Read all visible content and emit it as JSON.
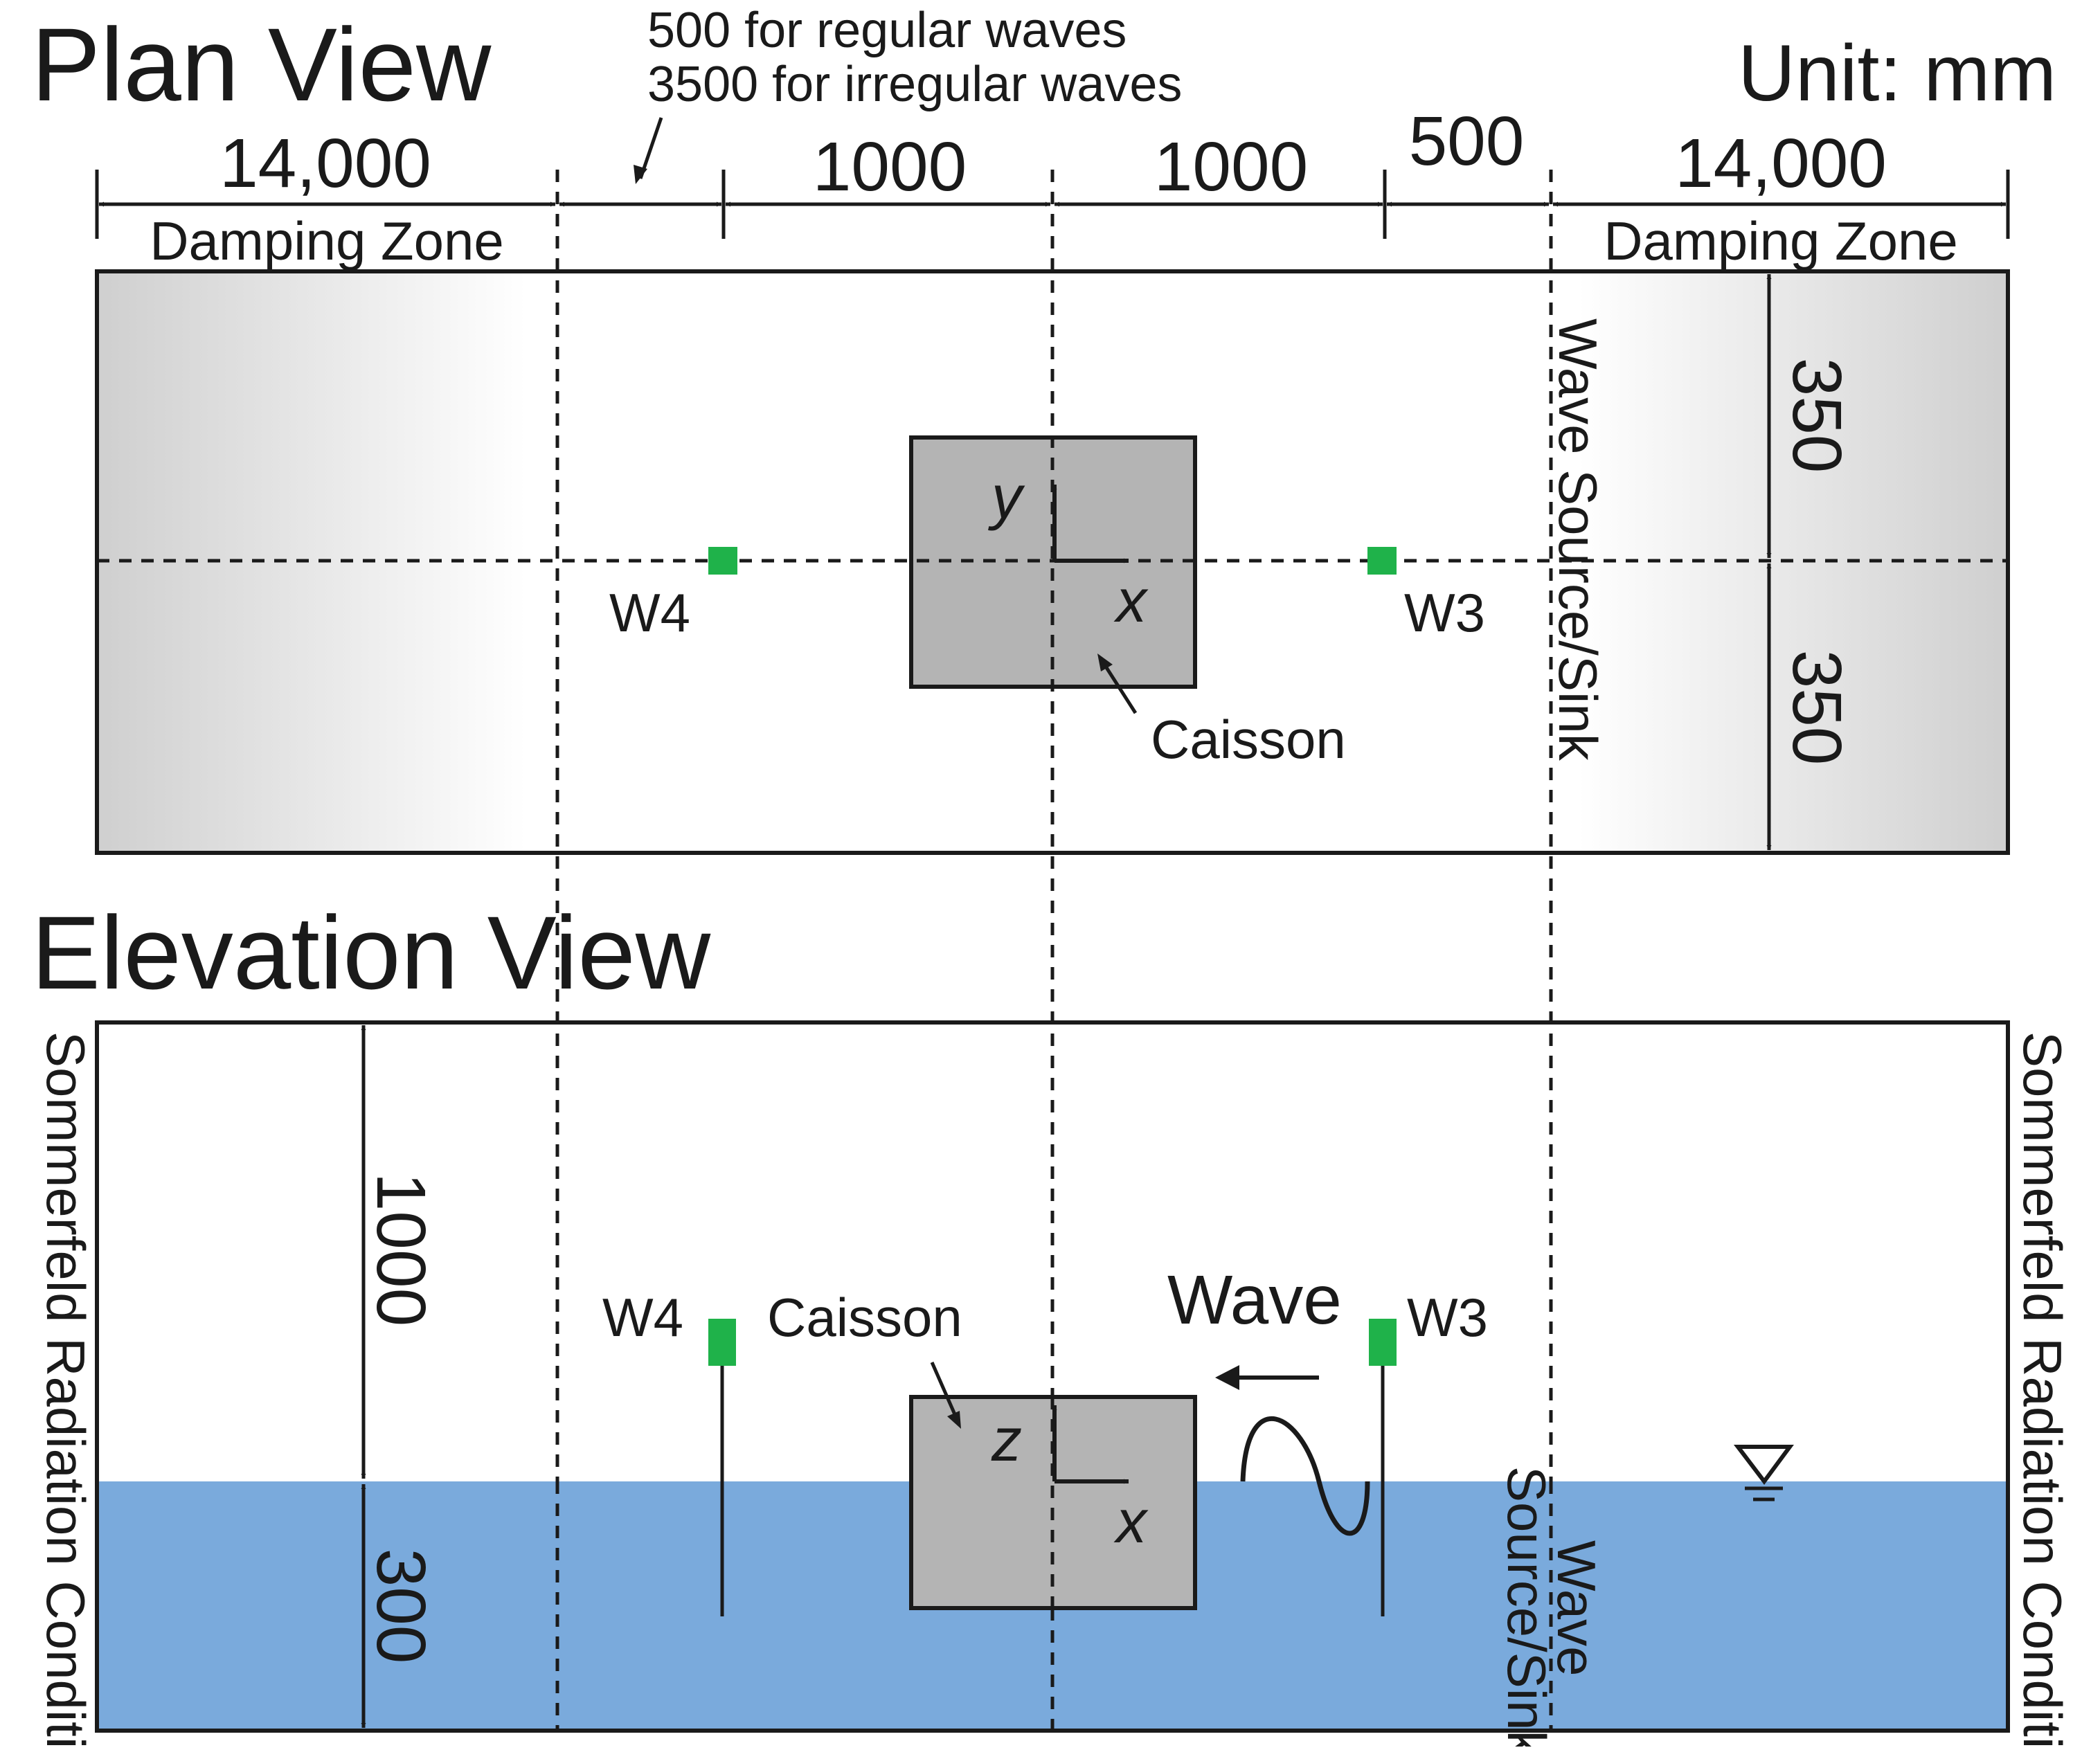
{
  "plan": {
    "title": "Plan View",
    "unit": "Unit: mm",
    "note_line1": "500 for regular waves",
    "note_line2": "3500 for irregular waves",
    "dim_damping_left": "14,000",
    "dim_gap_left": "1000",
    "dim_gap_right": "1000",
    "dim_source": "500",
    "dim_damping_right": "14,000",
    "damping_label_left": "Damping Zone",
    "damping_label_right": "Damping Zone",
    "dim_half_width_top": "350",
    "dim_half_width_bottom": "350",
    "wave_source_label": "Wave Source/Sink",
    "caisson_label": "Caisson",
    "probe_left": "W4",
    "probe_right": "W3",
    "axis_x": "x",
    "axis_y": "y"
  },
  "elevation": {
    "title": "Elevation View",
    "dim_air": "1000",
    "dim_water": "300",
    "left_boundary": "Sommerfeld Radiation Condition",
    "right_boundary": "Sommerfeld Radiation Condition",
    "caisson_label": "Caisson",
    "wave_label": "Wave",
    "probe_left": "W4",
    "probe_right": "W3",
    "wave_source_line1": "Wave",
    "wave_source_line2": "Source/Sink",
    "axis_x": "x",
    "axis_z": "z"
  },
  "colors": {
    "water": "#7aaadc",
    "caisson": "#b4b4b4",
    "probe": "#1fb24a",
    "damping": "#d8d8d8"
  }
}
